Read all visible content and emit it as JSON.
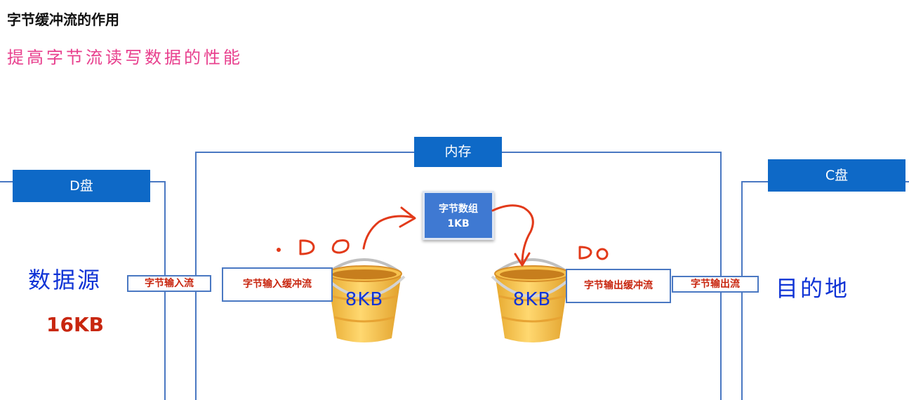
{
  "title": "字节缓冲流的作用",
  "subtitle": "提高字节流读写数据的性能",
  "source": {
    "header": "D盘",
    "label": "数据源",
    "size": "16KB"
  },
  "memory": {
    "header": "内存",
    "array_line1": "字节数组",
    "array_line2": "1KB",
    "input_buffer_label": "字节输入缓冲流",
    "output_buffer_label": "字节输出缓冲流",
    "bucket_left_text": "8KB",
    "bucket_right_text": "8KB"
  },
  "destination": {
    "header": "C盘",
    "label": "目的地"
  },
  "pipes": {
    "input_stream": "字节输入流",
    "output_stream": "字节输出流"
  },
  "colors": {
    "header_blue": "#0e69c7",
    "frame_blue": "#4a78c2",
    "annotation_red": "#e23a1a",
    "handwriting_blue": "#1034d6",
    "subtitle_pink": "#e8408e"
  }
}
